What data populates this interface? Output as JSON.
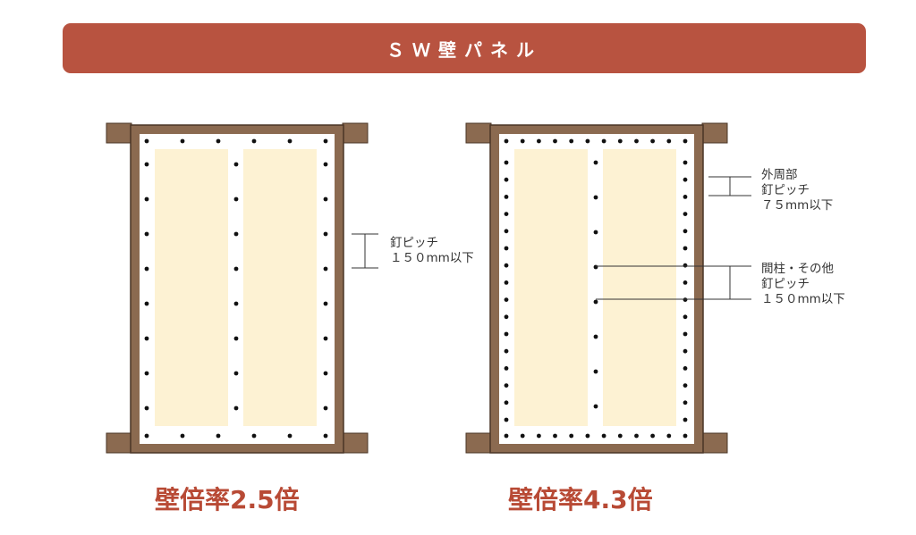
{
  "header": {
    "title": "ＳＷ壁パネル"
  },
  "panels": [
    {
      "rating": "壁倍率2.5倍",
      "annotations": [
        {
          "lines": [
            "釘ピッチ",
            "１５０mm以下"
          ]
        }
      ]
    },
    {
      "rating": "壁倍率4.3倍",
      "annotations": [
        {
          "lines": [
            "外周部",
            "釘ピッチ",
            "７５mm以下"
          ]
        },
        {
          "lines": [
            "間柱・その他",
            "釘ピッチ",
            "１５０mm以下"
          ]
        }
      ]
    }
  ],
  "colors": {
    "banner": "#b85340",
    "frame": "#8b6a50",
    "frame_outline": "#4a3526",
    "board": "#fdf2d3",
    "nail": "#111111",
    "rating_text": "#b84a35"
  }
}
